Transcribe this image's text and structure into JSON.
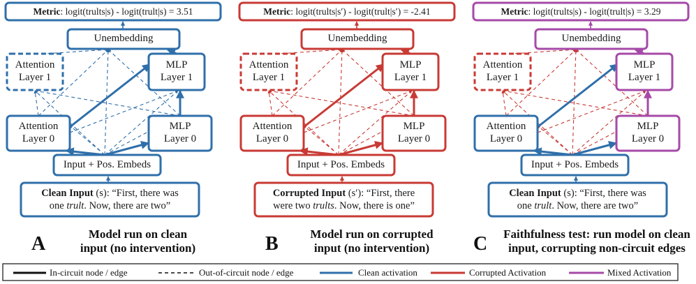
{
  "colors": {
    "clean": "#2f6faa",
    "corrupted": "#c83a34",
    "mixed": "#a64aa8",
    "legend_line": "#111111"
  },
  "panels": [
    {
      "metric_label": "Metric",
      "metric_expr": ": logit(trults|s) - logit(trult|s) = 3.51",
      "unembed": "Unembedding",
      "attn1": [
        "Attention",
        "Layer 1"
      ],
      "mlp1": [
        "MLP",
        "Layer 1"
      ],
      "attn0": [
        "Attention",
        "Layer 0"
      ],
      "mlp0": [
        "MLP",
        "Layer 0"
      ],
      "embeds": "Input + Pos. Embeds",
      "input_bold": "Clean Input",
      "input_var": "(s)",
      "input_quote1": ": “First, there was",
      "input_line2_a": "one ",
      "input_line2_i": "trult",
      "input_line2_b": ". Now, there are two”",
      "letter": "A",
      "caption": [
        "Model run on clean",
        "input (no intervention)"
      ]
    },
    {
      "metric_label": "Metric",
      "metric_expr": ": logit(trults|s′) - logit(trult|s′) = -2.41",
      "unembed": "Unembedding",
      "attn1": [
        "Attention",
        "Layer 1"
      ],
      "mlp1": [
        "MLP",
        "Layer 1"
      ],
      "attn0": [
        "Attention",
        "Layer 0"
      ],
      "mlp0": [
        "MLP",
        "Layer 0"
      ],
      "embeds": "Input + Pos. Embeds",
      "input_bold": "Corrupted Input",
      "input_var": "(s′)",
      "input_quote1": ": “First, there",
      "input_line2_a": "were two ",
      "input_line2_i": "trults",
      "input_line2_b": ". Now, there is one”",
      "letter": "B",
      "caption": [
        "Model run on corrupted",
        "input (no intervention)"
      ]
    },
    {
      "metric_label": "Metric",
      "metric_expr": ": logit(trults|s) - logit(trult|s) = 3.29",
      "unembed": "Unembedding",
      "attn1": [
        "Attention",
        "Layer 1"
      ],
      "mlp1": [
        "MLP",
        "Layer 1"
      ],
      "attn0": [
        "Attention",
        "Layer 0"
      ],
      "mlp0": [
        "MLP",
        "Layer 0"
      ],
      "embeds": "Input + Pos. Embeds",
      "input_bold": "Clean Input",
      "input_var": "(s)",
      "input_quote1": ": “First, there was",
      "input_line2_a": "one ",
      "input_line2_i": "trult",
      "input_line2_b": ". Now, there are two”",
      "letter": "C",
      "caption": [
        "Faithfulness test: run model on clean",
        "input, corrupting non-circuit edges"
      ]
    }
  ],
  "legend": {
    "in_circuit": "In-circuit node / edge",
    "out_circuit": "Out-of-circuit node / edge",
    "clean": "Clean activation",
    "corrupted": "Corrupted Activation",
    "mixed": "Mixed Activation"
  }
}
